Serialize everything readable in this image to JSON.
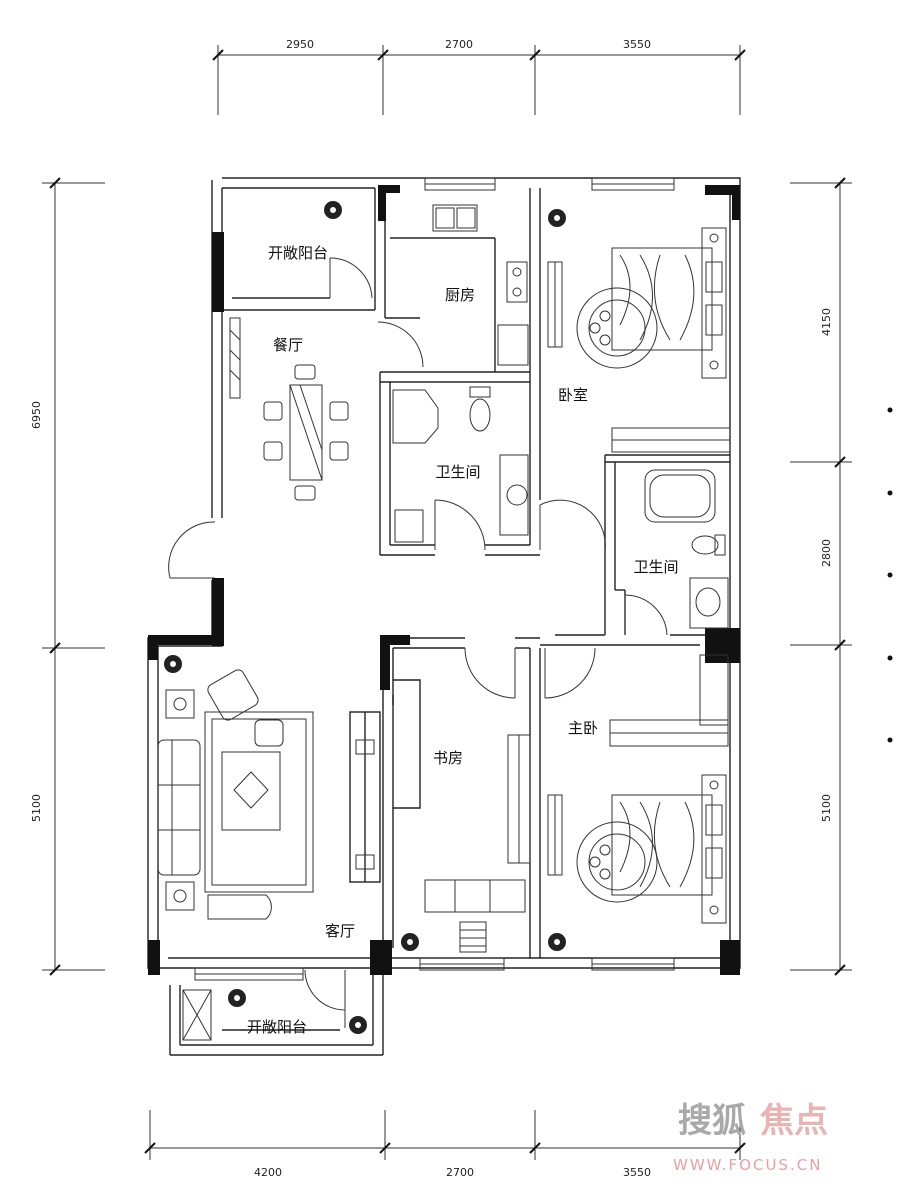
{
  "rooms": {
    "balcony_top": "开敞阳台",
    "dining": "餐厅",
    "kitchen": "厨房",
    "bedroom": "卧室",
    "bath_1": "卫生间",
    "bath_2": "卫生间",
    "study": "书房",
    "master_bedroom": "主卧",
    "living": "客厅",
    "balcony_bottom": "开敞阳台"
  },
  "dimensions": {
    "top": [
      "2950",
      "2700",
      "3550"
    ],
    "bottom": [
      "4200",
      "2700",
      "3550"
    ],
    "left": [
      "6950",
      "5100"
    ],
    "right": [
      "4150",
      "2800",
      "5100"
    ]
  },
  "watermark": {
    "brand_a": "搜狐",
    "brand_b": "焦点",
    "url": "WWW.FOCUS.CN"
  },
  "colors": {
    "wall": "#111111",
    "line": "#333333",
    "watermark_red": "#e8a0a0"
  }
}
